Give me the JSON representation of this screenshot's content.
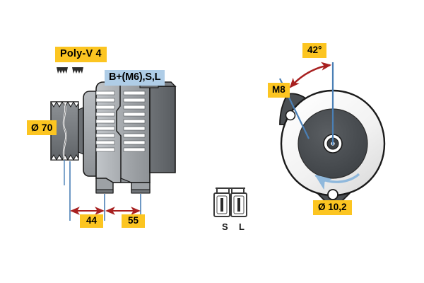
{
  "drawing": {
    "title": "Alternator dimensional drawing",
    "background": "#ffffff"
  },
  "colors": {
    "label_yellow": "#FCC521",
    "label_blue": "#AFCDE7",
    "dimension_blue": "#4A7FB5",
    "dimension_red": "#A82020",
    "rotation_arrow_blue": "#8FB8DC",
    "body_light_gray": "#A8ACB0",
    "body_mid_gray": "#8A8E92",
    "body_dark_gray": "#5C6064",
    "outline_black": "#1A1A1A"
  },
  "labels": {
    "poly_v": "Poly-V 4",
    "pulley_diameter": "Ø 70",
    "terminals": "B+(M6),S,L",
    "dim_44": "44",
    "dim_55": "55",
    "angle": "42°",
    "bolt_thread": "M8",
    "mount_hole_diameter": "Ø 10,2"
  },
  "connector": {
    "name": "2-pin connector",
    "terminals": [
      {
        "id": "S",
        "label": "S"
      },
      {
        "id": "L",
        "label": "L"
      }
    ]
  },
  "views": {
    "side": {
      "name": "side-elevation-view",
      "features": [
        "poly-v-pulley",
        "cooling-fins",
        "housing",
        "mounting-feet",
        "terminal-block"
      ]
    },
    "end": {
      "name": "end-elevation-view",
      "features": [
        "pear-shaped-housing",
        "rotor-disc",
        "hub",
        "rotation-direction-arrow",
        "m8-bolt-hole",
        "lower-mounting-hole"
      ]
    }
  },
  "annotations": {
    "rotation_direction": "counter-clockwise",
    "angle_value_degrees": 42,
    "dim_44_value_mm": 44,
    "dim_55_value_mm": 55,
    "pulley_diameter_mm": 70,
    "mount_hole_diameter_mm": 10.2
  }
}
